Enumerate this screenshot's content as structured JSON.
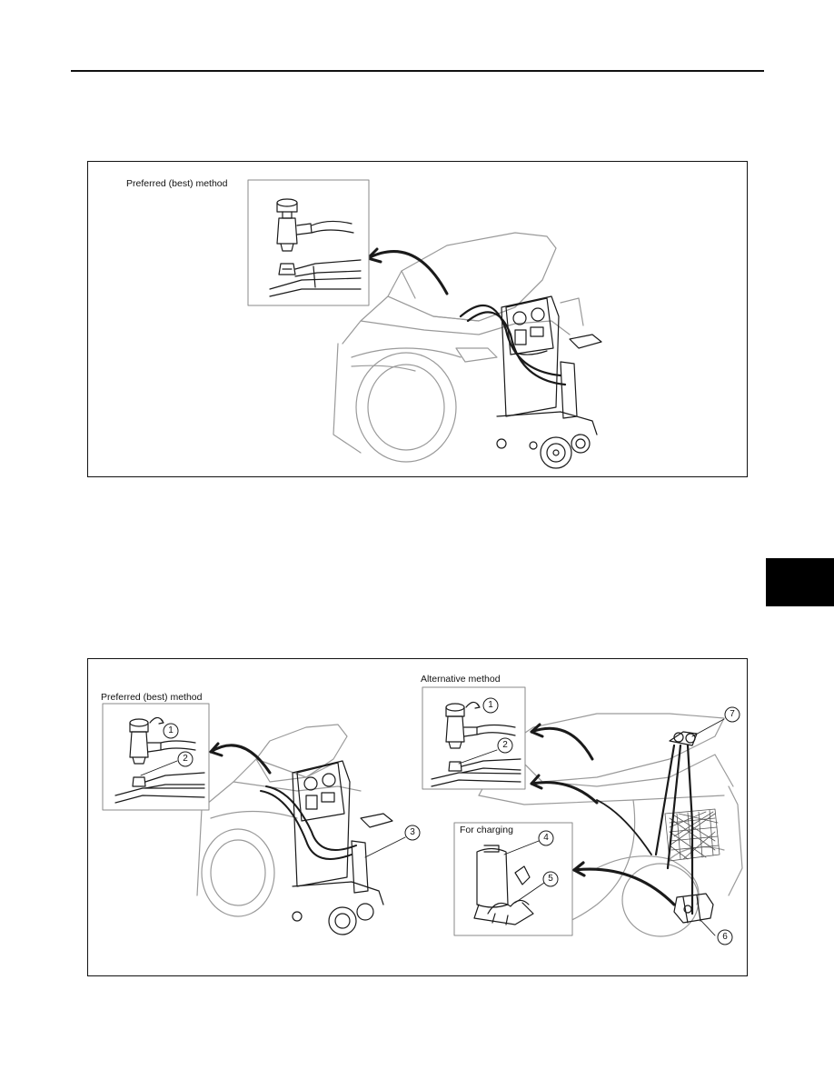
{
  "figure_top": {
    "inset_label": "Preferred (best) method"
  },
  "figure_bottom": {
    "preferred_label": "Preferred (best) method",
    "alternative_label": "Alternative method",
    "charging_label": "For charging",
    "callouts": [
      "1",
      "2",
      "3",
      "1",
      "2",
      "4",
      "5",
      "6",
      "7"
    ]
  }
}
